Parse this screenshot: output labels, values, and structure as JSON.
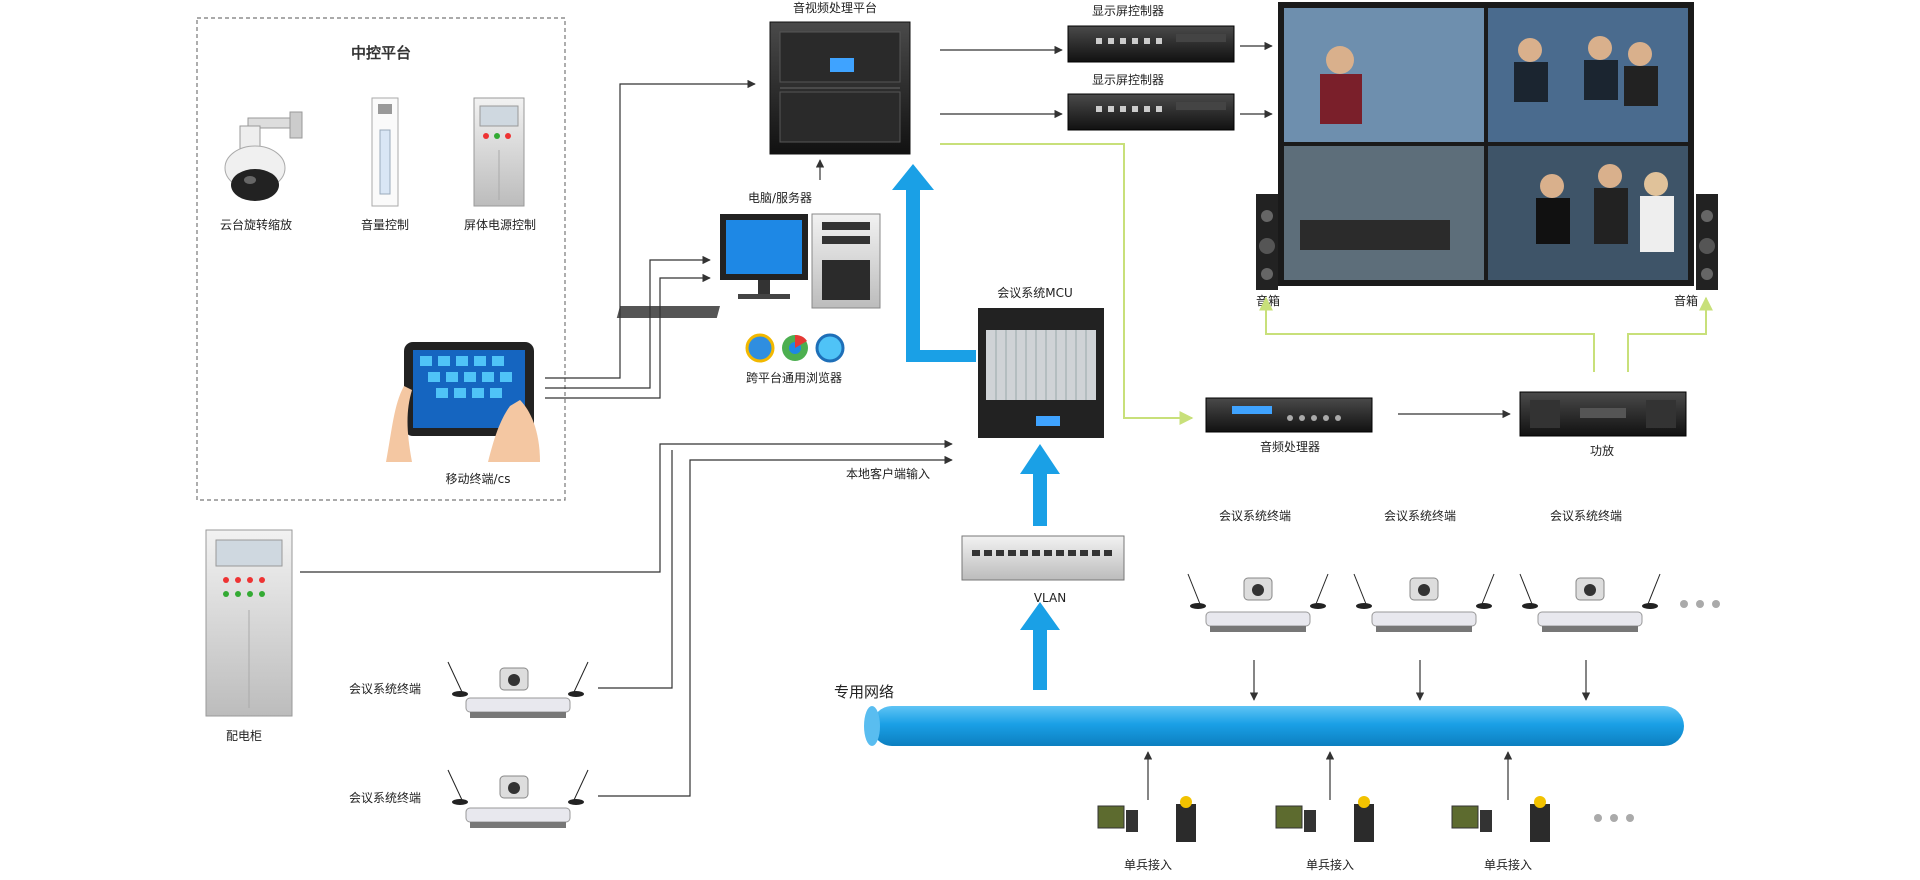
{
  "central_control": {
    "title": "中控平台",
    "ptz_camera_label": "云台旋转缩放",
    "volume_control_label": "音量控制",
    "screen_power_label": "屏体电源控制",
    "mobile_terminal_label": "移动终端/cs"
  },
  "av_platform_label": "音视频处理平台",
  "display_controller_1_label": "显示屏控制器",
  "display_controller_2_label": "显示屏控制器",
  "pc_server_label": "电脑/服务器",
  "browser_label": "跨平台通用浏览器",
  "mcu_label": "会议系统MCU",
  "local_client_label": "本地客户端输入",
  "vlan_label": "VLAN",
  "audio_processor_label": "音频处理器",
  "amplifier_label": "功放",
  "speaker_left_label": "音箱",
  "speaker_right_label": "音箱",
  "distribution_cabinet_label": "配电柜",
  "network_label": "专用网络",
  "terminals_top": [
    "会议系统终端",
    "会议系统终端",
    "会议系统终端"
  ],
  "terminals_left": [
    "会议系统终端",
    "会议系统终端"
  ],
  "soldier_access": [
    "单兵接入",
    "单兵接入",
    "单兵接入"
  ],
  "colors": {
    "network_blue": "#1aa0e6",
    "green_line": "#c8e07a",
    "line_dark": "#333333"
  }
}
